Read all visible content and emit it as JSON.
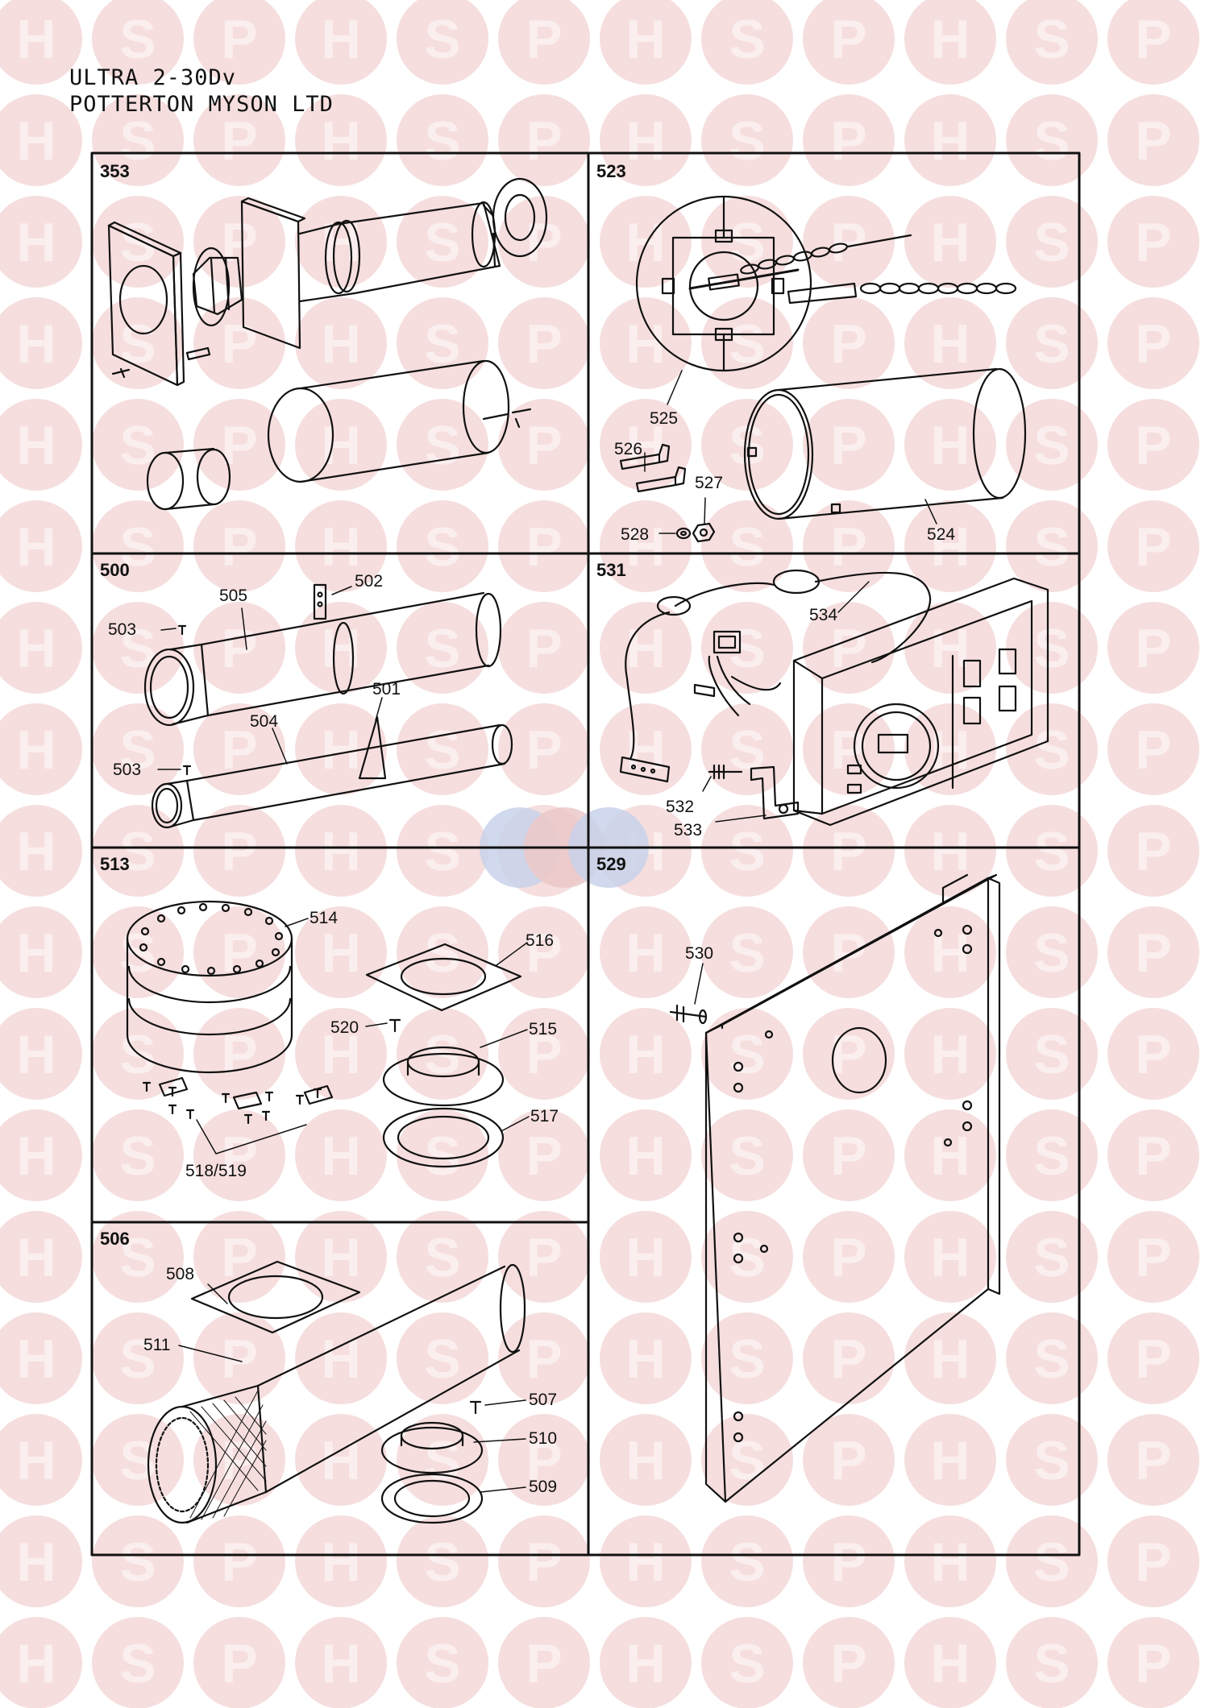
{
  "header": {
    "model": "ULTRA 2-30Dv",
    "manufacturer": "POTTERTON MYSON LTD"
  },
  "watermark": {
    "letters": [
      "H",
      "S",
      "P"
    ],
    "circle_color": "#f6dede",
    "letter_color": "#fbeeee",
    "center_colors": [
      "#c8d2ea",
      "#ecc8c8",
      "#c8d2ea"
    ]
  },
  "panels": {
    "p353": {
      "id": "353"
    },
    "p523": {
      "id": "523",
      "labels": [
        "525",
        "526",
        "527",
        "528",
        "524"
      ]
    },
    "p500": {
      "id": "500",
      "labels": [
        "505",
        "502",
        "503",
        "501",
        "504",
        "503"
      ]
    },
    "p531": {
      "id": "531",
      "labels": [
        "534",
        "532",
        "533"
      ]
    },
    "p513": {
      "id": "513",
      "labels": [
        "514",
        "516",
        "520",
        "515",
        "517",
        "518/519"
      ]
    },
    "p529": {
      "id": "529",
      "labels": [
        "530"
      ]
    },
    "p506": {
      "id": "506",
      "labels": [
        "508",
        "511",
        "507",
        "510",
        "509"
      ]
    }
  }
}
